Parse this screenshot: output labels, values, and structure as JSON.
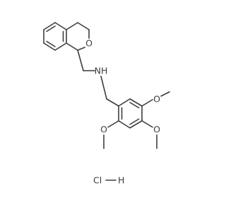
{
  "molecule": {
    "atoms": {
      "ring_oxygen": "O",
      "amine": "NH",
      "methoxy_oxygen_top": "O",
      "methoxy_oxygen_middle": "O",
      "methoxy_oxygen_bottom": "O"
    },
    "salt": {
      "chlorine": "Cl",
      "hydrogen": "H"
    }
  },
  "colors": {
    "bond": "#3d3d3d",
    "label": "#3d3d3d",
    "background": "#ffffff"
  }
}
